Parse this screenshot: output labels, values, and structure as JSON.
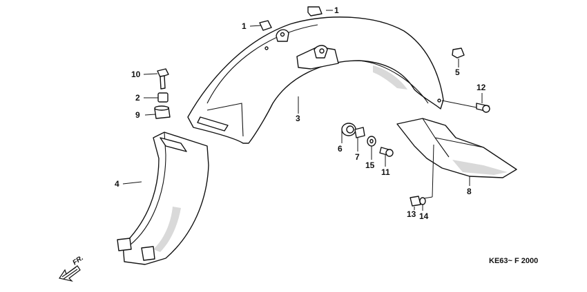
{
  "diagram": {
    "code": "KE63~ F 2000",
    "direction_label": "FR.",
    "callouts": [
      {
        "id": "c1a",
        "text": "1"
      },
      {
        "id": "c1b",
        "text": "1"
      },
      {
        "id": "c2",
        "text": "2"
      },
      {
        "id": "c3",
        "text": "3"
      },
      {
        "id": "c4",
        "text": "4"
      },
      {
        "id": "c5",
        "text": "5"
      },
      {
        "id": "c6",
        "text": "6"
      },
      {
        "id": "c7",
        "text": "7"
      },
      {
        "id": "c8",
        "text": "8"
      },
      {
        "id": "c9",
        "text": "9"
      },
      {
        "id": "c10",
        "text": "10"
      },
      {
        "id": "c11",
        "text": "11"
      },
      {
        "id": "c12",
        "text": "12"
      },
      {
        "id": "c13",
        "text": "13"
      },
      {
        "id": "c14",
        "text": "14"
      },
      {
        "id": "c15",
        "text": "15"
      }
    ]
  }
}
